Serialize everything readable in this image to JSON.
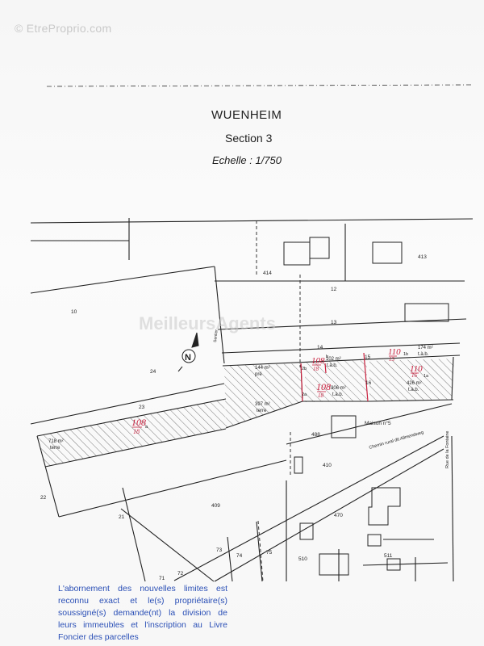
{
  "watermark": {
    "site": "© EtreProprio.com",
    "overlay": "MeilleursAgents"
  },
  "header": {
    "commune": "WUENHEIM",
    "section": "Section 3",
    "scale": "Echelle : 1/750"
  },
  "parcels": [
    {
      "id": "10",
      "label": "10"
    },
    {
      "id": "24",
      "label": "24"
    },
    {
      "id": "23",
      "label": "23"
    },
    {
      "id": "22",
      "label": "22"
    },
    {
      "id": "21",
      "label": "21"
    },
    {
      "id": "414",
      "label": "414"
    },
    {
      "id": "413",
      "label": "413"
    },
    {
      "id": "12",
      "label": "12"
    },
    {
      "id": "13",
      "label": "13"
    },
    {
      "id": "14",
      "label": "14"
    },
    {
      "id": "15",
      "label": "15"
    },
    {
      "id": "16",
      "label": "16"
    },
    {
      "id": "488",
      "label": "488"
    },
    {
      "id": "410",
      "label": "410"
    },
    {
      "id": "409",
      "label": "409"
    },
    {
      "id": "470",
      "label": "470"
    },
    {
      "id": "510",
      "label": "510"
    },
    {
      "id": "511",
      "label": "511"
    },
    {
      "id": "72",
      "label": "72"
    },
    {
      "id": "73",
      "label": "73"
    },
    {
      "id": "74",
      "label": "74"
    },
    {
      "id": "75",
      "label": "75"
    },
    {
      "id": "71",
      "label": "71"
    }
  ],
  "areas": {
    "a144": "144 m²",
    "a144_use": "pré",
    "a397": "397 m²",
    "a397_use": "terre",
    "a102": "102 m²",
    "a102_use": "t.à.b.",
    "a306": "306 m²",
    "a306_use": "t.à.b.",
    "a174": "174 m²",
    "a174_use": "t.à.b.",
    "a426": "426 m²",
    "a426_use": "t.à.b.",
    "a718": "718 m²",
    "a718_use": "terre"
  },
  "subdivision_codes": {
    "c2b": "2b",
    "c2a": "2a",
    "c1b": "1b",
    "c1a": "1a",
    "cb": "b",
    "ca": "a"
  },
  "red_marks": {
    "r108": "108",
    "r18": "18",
    "r108b": "108",
    "r18b": "18",
    "r110": "110",
    "r15": "15",
    "r110b": "110",
    "r16": "16",
    "r108c": "108",
    "r18c": "18"
  },
  "place_labels": {
    "maison": "Maison n°5",
    "chemin": "Chemin rural dit Allmendweg",
    "rue": "Rue de la Fontaine",
    "sentier": "Sentier"
  },
  "note": "L'abornement des nouvelles limites est reconnu exact et le(s) propriétaire(s) soussigné(s) demande(nt) la division de leurs immeubles et l'inscription au Livre Foncier des parcelles"
}
